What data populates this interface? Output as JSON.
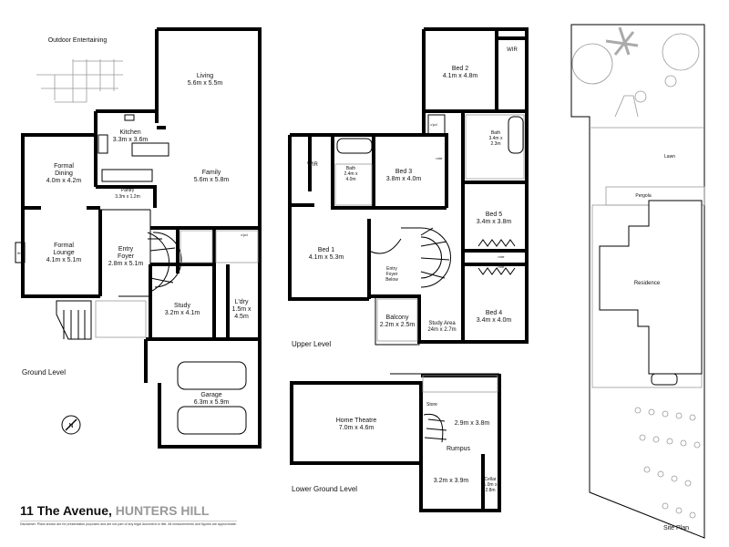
{
  "title": {
    "street": "11 The Avenue,",
    "suburb": "HUNTERS HILL"
  },
  "disclaimer": "Disclaimer: Plans shown are for presentation purposes and are not part of any legal document or title. All measurements and figures are approximate.",
  "ground_level": {
    "label": "Ground Level",
    "outdoor": "Outdoor Entertaining",
    "rooms": {
      "living": {
        "name": "Living",
        "size": "5.6m x 5.5m"
      },
      "kitchen": {
        "name": "Kitchen",
        "size": "3.3m x 3.6m"
      },
      "dining": {
        "name1": "Formal",
        "name2": "Dining",
        "size": "4.0m x 4.2m"
      },
      "pantry": {
        "name": "Pantry",
        "size": "3.3m x 1.2m"
      },
      "family": {
        "name": "Family",
        "size": "5.6m x 5.8m"
      },
      "lounge": {
        "name1": "Formal",
        "name2": "Lounge",
        "size": "4.1m x 5.1m"
      },
      "fire": "fire",
      "foyer": {
        "name1": "Entry",
        "name2": "Foyer",
        "size": "2.8m x 5.1m"
      },
      "cpd": "c'pd",
      "study": {
        "name": "Study",
        "size": "3.2m x 4.1m"
      },
      "laundry": {
        "name": "L'dry",
        "size1": "1.5m x",
        "size2": "4.5m"
      },
      "garage": {
        "name": "Garage",
        "size": "6.3m x 5.9m"
      }
    },
    "compass": "N"
  },
  "upper_level": {
    "label": "Upper Level",
    "rooms": {
      "bed2": {
        "name": "Bed 2",
        "size": "4.1m x 4.8m"
      },
      "wir2": "WIR",
      "cpd": "c'pd",
      "bath2": {
        "name": "Bath",
        "size1": "3.4m x",
        "size2": "2.3m"
      },
      "wir1": "WIR",
      "bath1": {
        "name": "Bath",
        "size1": "2.4m x",
        "size2": "4.0m"
      },
      "bed3": {
        "name": "Bed 3",
        "size": "3.8m x 4.0m"
      },
      "robe3": "robe",
      "bed5": {
        "name": "Bed 5",
        "size": "3.4m x 3.8m"
      },
      "robe5": "robe",
      "robe4": "robe",
      "bed1": {
        "name": "Bed 1",
        "size": "4.1m x 5.3m"
      },
      "foyer_below": {
        "l1": "Entry",
        "l2": "Foyer",
        "l3": "Below"
      },
      "balcony": {
        "name": "Balcony",
        "size": "2.2m x 2.5m"
      },
      "study_area": {
        "name": "Study Area",
        "size": "24m x 2.7m"
      },
      "bed4": {
        "name": "Bed 4",
        "size": "3.4m x 4.0m"
      }
    }
  },
  "lower_level": {
    "label": "Lower Ground Level",
    "rooms": {
      "theatre": {
        "name": "Home Theatre",
        "size": "7.0m x 4.6m"
      },
      "store": "Store",
      "rumpus": {
        "name": "Rumpus",
        "size_a": "2.9m x 3.8m",
        "size_b": "3.2m x 3.9m"
      },
      "cellar": {
        "name": "Cellar",
        "size1": "1.0m x",
        "size2": "2.8m"
      }
    }
  },
  "site_plan": {
    "label": "Site Plan",
    "lawn": "Lawn",
    "pergola": "Pergola",
    "residence": "Residence"
  },
  "colors": {
    "wall": "#000000",
    "window": "#999999",
    "suburb_text": "#999999"
  }
}
